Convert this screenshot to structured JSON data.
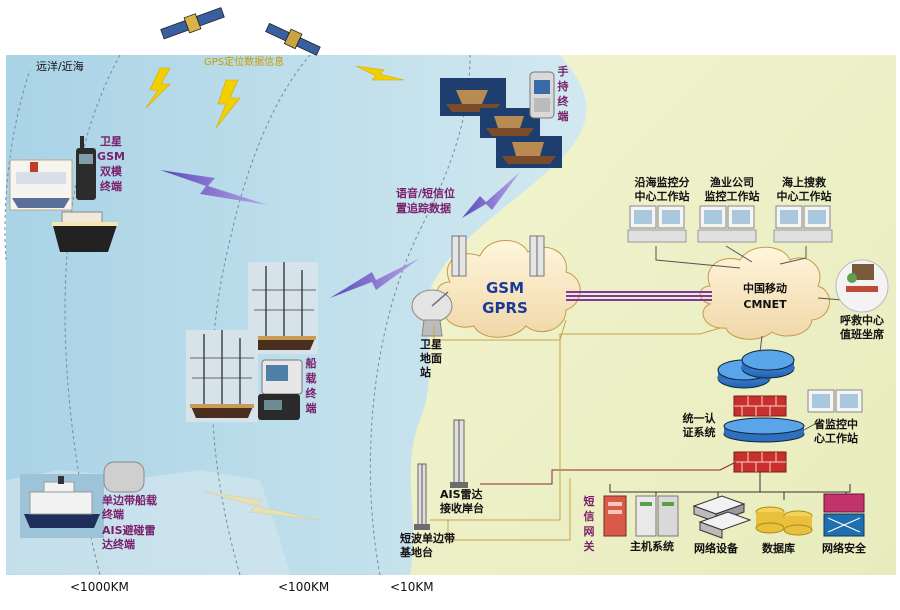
{
  "region_label": "远洋/近海",
  "gps_label": "GPS定位数据信息",
  "distance_labels": [
    "<1000KM",
    "<100KM",
    "<10KM"
  ],
  "terminals": {
    "satellite_terminal": "卫星GSM双模终端",
    "handheld_terminal": "手持终端",
    "shipborne_terminal": "船载终端",
    "sideband_terminal": "单边带船载终端",
    "ais_terminal": "AIS避碰雷达终端"
  },
  "voice_sms_label": "语音/短信位置追踪数据",
  "network": {
    "line1": "GSM",
    "line2": "GPRS"
  },
  "satellite_ground_station": "卫星地面站",
  "shortwave_station": "短波单边带基地台",
  "ais_shore_station": "AIS雷达接收岸台",
  "workstations": [
    {
      "line1": "沿海监控分",
      "line2": "中心工作站"
    },
    {
      "line1": "渔业公司",
      "line2": "监控工作站"
    },
    {
      "line1": "海上搜救",
      "line2": "中心工作站"
    }
  ],
  "cmnet": {
    "line1": "中国移动",
    "line2": "CMNET"
  },
  "call_center": {
    "line1": "呼救中心",
    "line2": "值班坐席"
  },
  "auth_system": {
    "line1": "统一认",
    "line2": "证系统"
  },
  "provincial_station": {
    "line1": "省监控中",
    "line2": "心工作站"
  },
  "bottom_items": {
    "sms_gateway": "短信网关",
    "host_system": "主机系统",
    "network_device": "网络设备",
    "database": "数据库",
    "network_security": "网络安全"
  },
  "colors": {
    "sea": "#c8e4ee",
    "land": "#f0f2c8",
    "label_purple": "#7a1f6b",
    "link_purple": "#7b3aa0",
    "bolt_yellow": "#f2d000"
  }
}
